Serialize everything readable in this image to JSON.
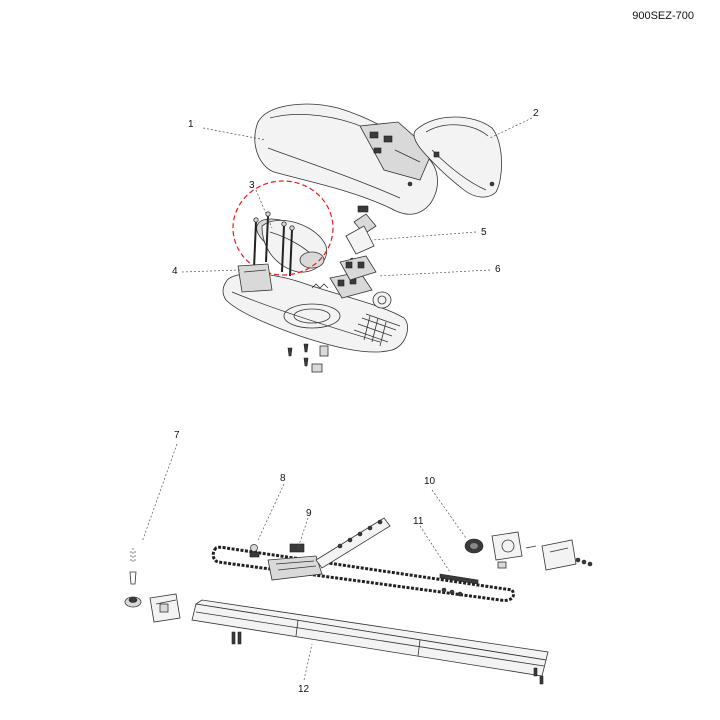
{
  "header": {
    "model_code": "900SEZ-700"
  },
  "callouts": [
    "1",
    "2",
    "3",
    "4",
    "5",
    "6",
    "7",
    "8",
    "9",
    "10",
    "11",
    "12"
  ],
  "colors": {
    "highlight": "#e02020",
    "line": "#333333",
    "part_fill": "#f3f3f3"
  }
}
